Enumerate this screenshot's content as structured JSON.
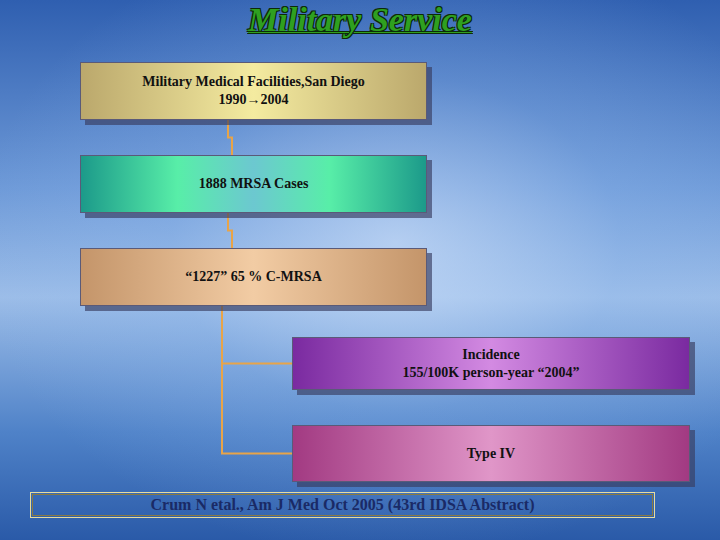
{
  "diagram": {
    "title": "Military Service",
    "caption": "Crum N etal., Am J Med Oct 2005 (43rd IDSA Abstract)",
    "nodes": [
      {
        "text": [
          "Military Medical Facilities,San Diego",
          "1990→2004"
        ]
      },
      {
        "text": [
          "1888 MRSA Cases"
        ]
      },
      {
        "text": [
          "“1227” 65 % C-MRSA"
        ]
      },
      {
        "text": [
          "Incidence",
          "155/100K person-year “2004”"
        ]
      },
      {
        "text": [
          "Type IV"
        ]
      }
    ],
    "edges": [
      {
        "from": 0,
        "to": 1,
        "arrow": "none"
      },
      {
        "from": 1,
        "to": 2,
        "arrow": "none"
      },
      {
        "from": 2,
        "to": 3,
        "arrow": "none"
      },
      {
        "from": 2,
        "to": 4,
        "arrow": "none"
      }
    ]
  }
}
